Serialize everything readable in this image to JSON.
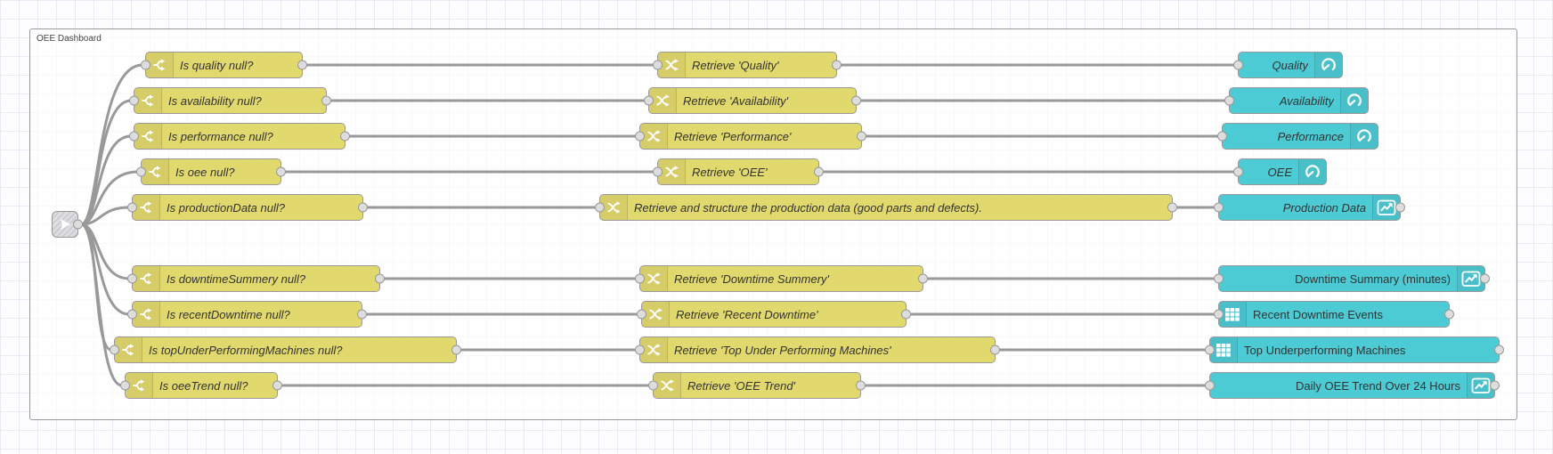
{
  "app": "node-red-flow-editor",
  "group": {
    "label": "OEE Dashboard"
  },
  "link_node": {
    "type": "link-in"
  },
  "colors": {
    "switch_change_node": "#e2d96e",
    "dashboard_node": "#4dcbd4",
    "wire": "#999999",
    "group_border": "#9a9aa2",
    "label_text": "#333333"
  },
  "rows": [
    {
      "condition": "Is quality null?",
      "retrieve": "Retrieve 'Quality'",
      "output": "Quality",
      "output_icon": "gauge"
    },
    {
      "condition": "Is availability null?",
      "retrieve": "Retrieve 'Availability'",
      "output": "Availability",
      "output_icon": "gauge"
    },
    {
      "condition": "Is performance null?",
      "retrieve": "Retrieve 'Performance'",
      "output": "Performance",
      "output_icon": "gauge"
    },
    {
      "condition": "Is oee null?",
      "retrieve": "Retrieve 'OEE'",
      "output": "OEE",
      "output_icon": "gauge"
    },
    {
      "condition": "Is productionData null?",
      "retrieve": "Retrieve and structure the production data (good parts and defects).",
      "output": "Production Data",
      "output_icon": "chart"
    },
    {
      "condition": "Is downtimeSummery null?",
      "retrieve": "Retrieve 'Downtime Summery'",
      "output": "Downtime Summary (minutes)",
      "output_icon": "chart"
    },
    {
      "condition": "Is recentDowntime null?",
      "retrieve": "Retrieve 'Recent Downtime'",
      "output": "Recent Downtime Events",
      "output_icon": "table"
    },
    {
      "condition": "Is topUnderPerformingMachines null?",
      "retrieve": "Retrieve 'Top Under Performing Machines'",
      "output": "Top Underperforming Machines",
      "output_icon": "table"
    },
    {
      "condition": "Is oeeTrend null?",
      "retrieve": "Retrieve 'OEE Trend'",
      "output": "Daily OEE Trend Over 24 Hours",
      "output_icon": "chart"
    }
  ]
}
